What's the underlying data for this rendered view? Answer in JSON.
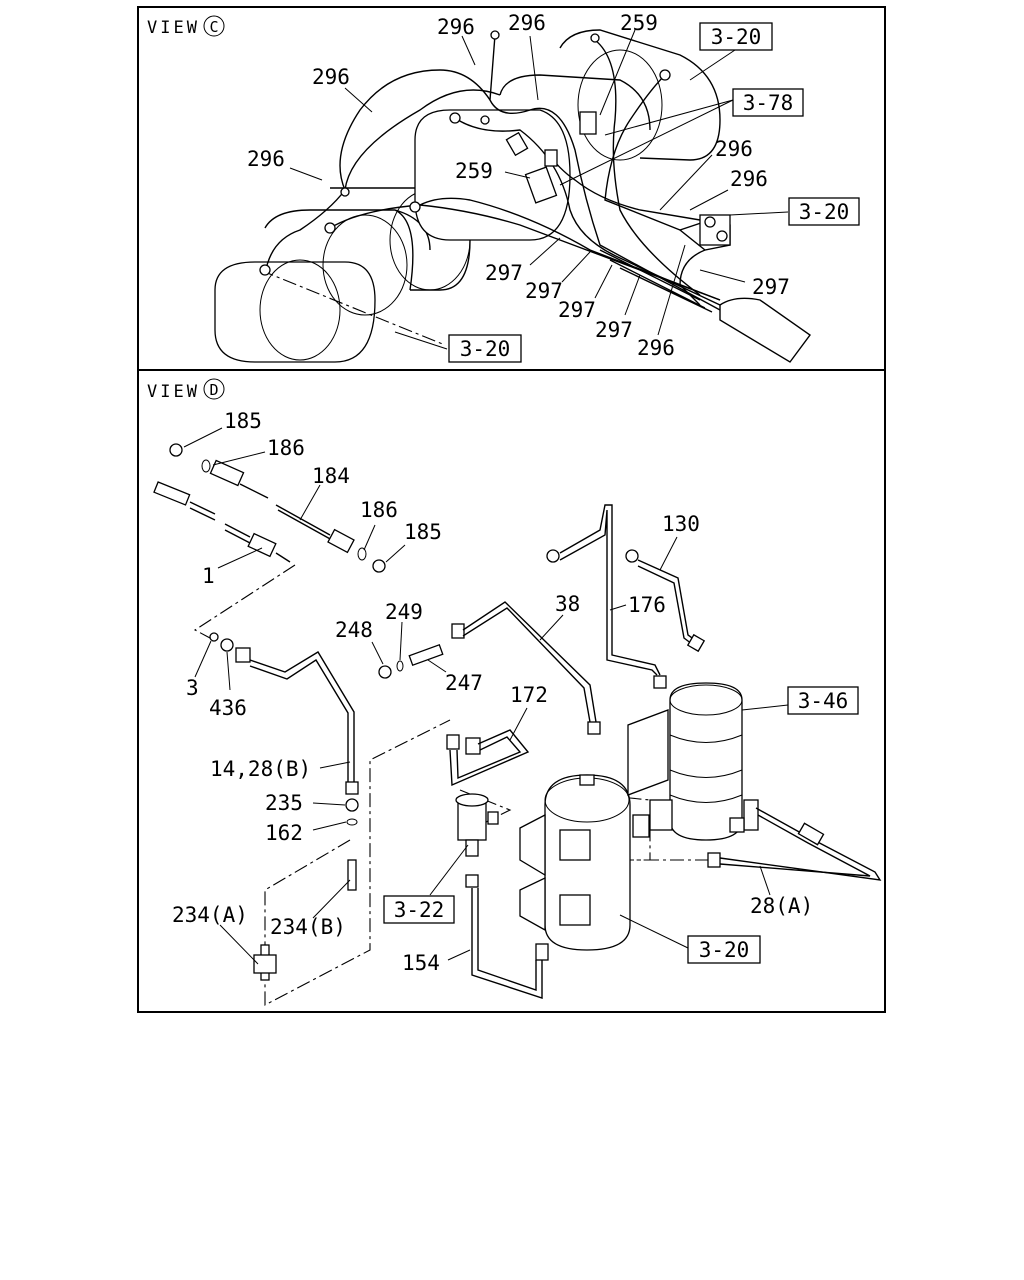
{
  "views": [
    {
      "id": "C",
      "label": "VIEW",
      "letter": "C",
      "callouts": [
        "296",
        "296",
        "296",
        "296",
        "259",
        "259",
        "296",
        "296",
        "297",
        "297",
        "297",
        "297",
        "297",
        "296"
      ],
      "refs": [
        "3-20",
        "3-78",
        "3-20",
        "3-20"
      ]
    },
    {
      "id": "D",
      "label": "VIEW",
      "letter": "D",
      "callouts": [
        "185",
        "186",
        "184",
        "186",
        "185",
        "1",
        "3",
        "436",
        "248",
        "249",
        "247",
        "38",
        "176",
        "130",
        "172",
        "14,28(B)",
        "235",
        "162",
        "234(A)",
        "234(B)",
        "154",
        "28(A)"
      ],
      "refs": [
        "3-46",
        "3-22",
        "3-20"
      ]
    }
  ]
}
